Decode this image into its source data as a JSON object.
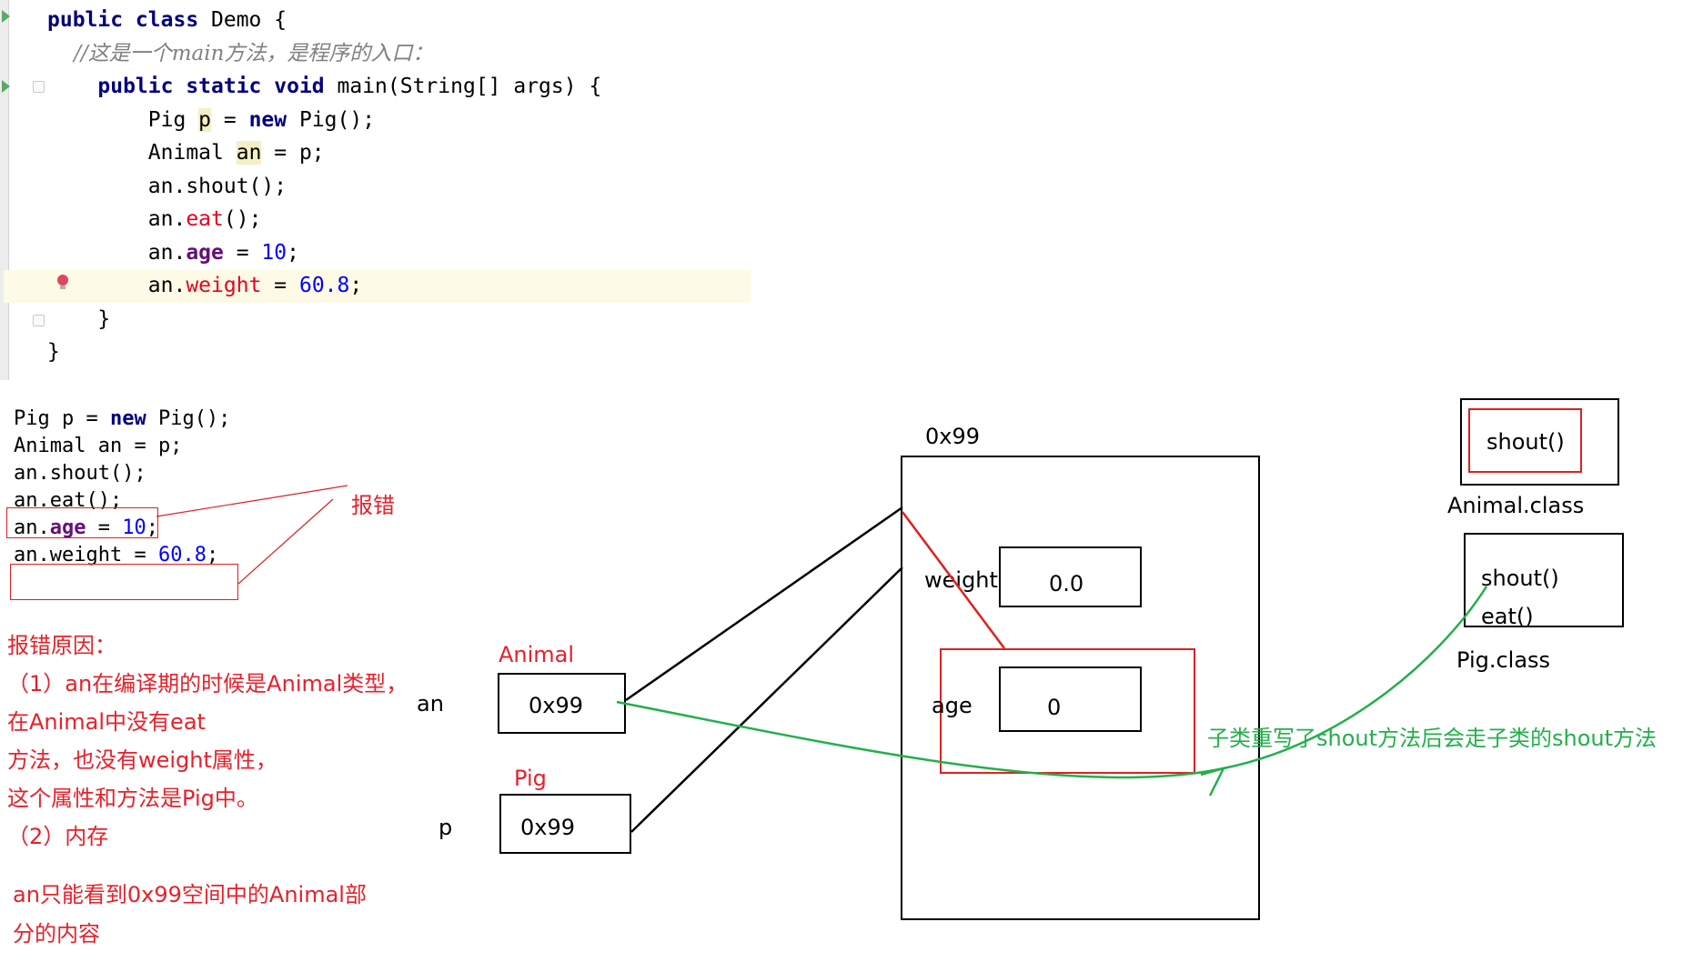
{
  "editor": {
    "lines": [
      {
        "segments": [
          {
            "t": "public class ",
            "c": "kw"
          },
          {
            "t": "Demo {",
            "c": ""
          }
        ]
      },
      {
        "segments": [
          {
            "t": "    //这是一个main方法，是程序的入口：",
            "c": "cmt"
          }
        ]
      },
      {
        "segments": [
          {
            "t": "    public static void ",
            "c": "kw"
          },
          {
            "t": "main(String[] args) {",
            "c": ""
          }
        ]
      },
      {
        "segments": [
          {
            "t": "        Pig ",
            "c": ""
          },
          {
            "t": "p",
            "c": "varhl"
          },
          {
            "t": " = ",
            "c": ""
          },
          {
            "t": "new ",
            "c": "kw"
          },
          {
            "t": "Pig();",
            "c": ""
          }
        ]
      },
      {
        "segments": [
          {
            "t": "        Animal ",
            "c": ""
          },
          {
            "t": "an",
            "c": "varhl"
          },
          {
            "t": " = p;",
            "c": ""
          }
        ]
      },
      {
        "segments": [
          {
            "t": "        an.shout();",
            "c": ""
          }
        ]
      },
      {
        "segments": [
          {
            "t": "        an.",
            "c": ""
          },
          {
            "t": "eat",
            "c": "err"
          },
          {
            "t": "();",
            "c": ""
          }
        ]
      },
      {
        "segments": [
          {
            "t": "        an.",
            "c": ""
          },
          {
            "t": "age",
            "c": "fld"
          },
          {
            "t": " = ",
            "c": ""
          },
          {
            "t": "10",
            "c": "num"
          },
          {
            "t": ";",
            "c": ""
          }
        ]
      },
      {
        "segments": [
          {
            "t": "        an.",
            "c": ""
          },
          {
            "t": "weight",
            "c": "err"
          },
          {
            "t": " = ",
            "c": ""
          },
          {
            "t": "60.8",
            "c": "num"
          },
          {
            "t": ";",
            "c": ""
          }
        ]
      },
      {
        "segments": [
          {
            "t": "    }",
            "c": ""
          }
        ]
      },
      {
        "segments": [
          {
            "t": "}",
            "c": ""
          }
        ]
      }
    ]
  },
  "snippet": {
    "lines": [
      {
        "segments": [
          {
            "t": "Pig p = ",
            "c": ""
          },
          {
            "t": "new ",
            "c": "kw"
          },
          {
            "t": "Pig();",
            "c": ""
          }
        ]
      },
      {
        "segments": [
          {
            "t": "Animal an = p;",
            "c": ""
          }
        ]
      },
      {
        "segments": [
          {
            "t": "an.shout();",
            "c": ""
          }
        ]
      },
      {
        "segments": [
          {
            "t": "an.eat();",
            "c": ""
          }
        ]
      },
      {
        "segments": [
          {
            "t": "an.",
            "c": ""
          },
          {
            "t": "age",
            "c": "fld"
          },
          {
            "t": " = ",
            "c": ""
          },
          {
            "t": "10",
            "c": "num"
          },
          {
            "t": ";",
            "c": ""
          }
        ]
      },
      {
        "segments": [
          {
            "t": "an.weight = ",
            "c": ""
          },
          {
            "t": "60.8",
            "c": "num"
          },
          {
            "t": ";",
            "c": ""
          }
        ]
      }
    ]
  },
  "notes": {
    "error_label": "报错",
    "reason_title": "报错原因：",
    "reason_1a": "（1）an在编译期的时候是Animal类型，",
    "reason_1b": "在Animal中没有eat",
    "reason_1c": "方法，也没有weight属性，",
    "reason_1d": "这个属性和方法是Pig中。",
    "reason_2": "（2）内存",
    "conclusion_a": "an只能看到0x99空间中的Animal部",
    "conclusion_b": "分的内容"
  },
  "stack": {
    "an_type": "Animal",
    "an_name": "an",
    "an_value": "0x99",
    "p_type": "Pig",
    "p_name": "p",
    "p_value": "0x99"
  },
  "heap": {
    "address": "0x99",
    "weight_label": "weight",
    "weight_value": "0.0",
    "age_label": "age",
    "age_value": "0"
  },
  "method_area": {
    "animal_method": "shout()",
    "animal_class": "Animal.class",
    "pig_method_1": "shout()",
    "pig_method_2": "eat()",
    "pig_class": "Pig.class"
  },
  "green_note": "子类重写了shout方法后会走子类的shout方法",
  "colors": {
    "red": "#e8202a",
    "green": "#22b04a",
    "keyword": "#000080",
    "number": "#0000ff",
    "field": "#660e7a"
  }
}
